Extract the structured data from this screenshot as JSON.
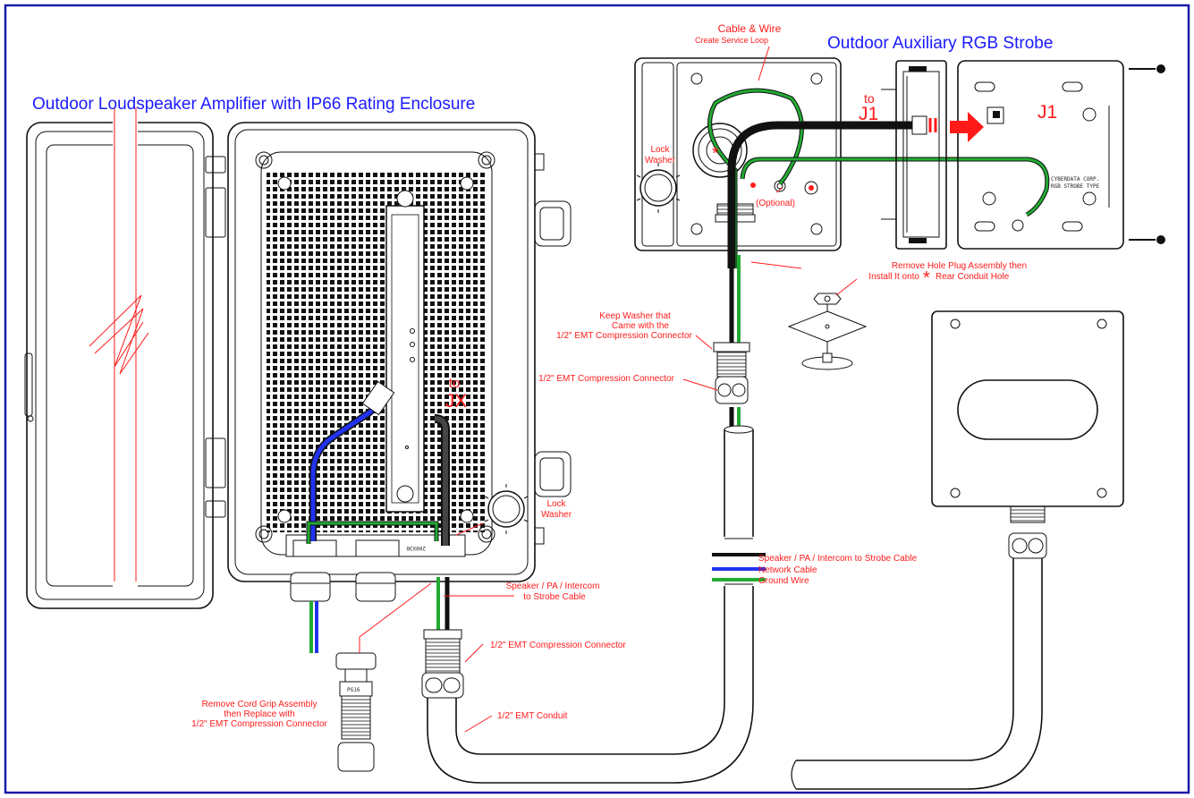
{
  "colors": {
    "frame": "#1a1aa8",
    "title": "#1a1aff",
    "callout": "#ff1a1a",
    "network_cable": "#2233ee",
    "ground_wire": "#22aa33",
    "strobe_cable": "#111111"
  },
  "titles": {
    "enclosure": "Outdoor Loudspeaker Amplifier with IP66 Rating Enclosure",
    "strobe": "Outdoor Auxiliary RGB Strobe"
  },
  "callouts": {
    "cable_wire_line1": "Cable & Wire",
    "cable_wire_line2": "Create Service Loop",
    "to_j1_line1": "to",
    "to_j1_line2": "J1",
    "j1": "J1",
    "lock_washer_top_line1": "Lock",
    "lock_washer_top_line2": "Washer",
    "optional": "(Optional)",
    "remove_hole_plug_line1": "Remove Hole Plug Assembly then",
    "remove_hole_plug_line2": "Install It onto",
    "remove_hole_plug_line3": "Rear Conduit Hole",
    "keep_washer_line1": "Keep Washer that",
    "keep_washer_line2": "Came with the",
    "keep_washer_line3": "1/2\" EMT Compression Connector",
    "emt_connector_upper": "1/2\" EMT Compression Connector",
    "to_jx_line1": "to",
    "to_jx_line2": "JX",
    "lock_washer_bottom_line1": "Lock",
    "lock_washer_bottom_line2": "Washer",
    "speaker_pa_line1": "Speaker / PA / Intercom",
    "speaker_pa_line2": "to Strobe Cable",
    "emt_connector_lower": "1/2\" EMT Compression Connector",
    "emt_conduit": "1/2\" EMT Conduit",
    "remove_cord_grip_line1": "Remove Cord Grip Assembly",
    "remove_cord_grip_line2": "then Replace with",
    "remove_cord_grip_line3": "1/2\" EMT Compression Connector",
    "asterisk": "*"
  },
  "legend": [
    {
      "label": "Speaker / PA / Intercom to Strobe Cable",
      "color": "#111111"
    },
    {
      "label": "Network Cable",
      "color": "#2233ee"
    },
    {
      "label": "Ground Wire",
      "color": "#22aa33"
    }
  ],
  "part_markings": {
    "enclosure_model": "200X30",
    "strobe_brand": "CYBERDATA CORP.",
    "strobe_model": "RGB STROBE TYPE",
    "cord_grip": "PG16"
  },
  "icons": [
    "asterisk-icon",
    "arrow-right-icon",
    "screw-icon",
    "break-line-icon"
  ]
}
